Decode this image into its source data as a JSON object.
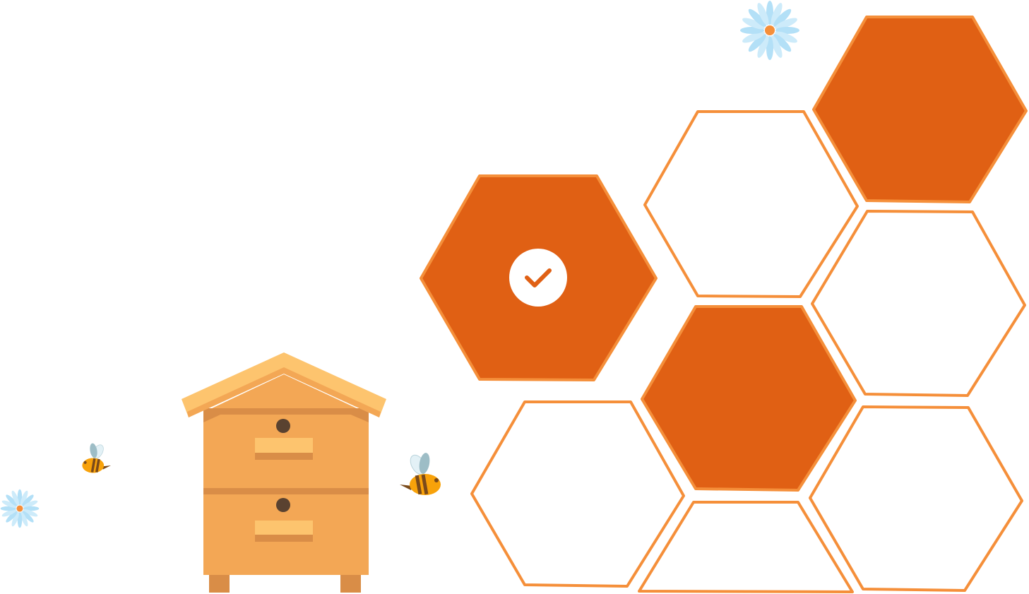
{
  "colors": {
    "hex_fill": "#E06014",
    "hex_stroke": "#F58F3A",
    "hive_body": "#F3A755",
    "hive_dark": "#D98D47",
    "hive_light": "#FDC46E",
    "hive_hole": "#5A4230",
    "flower_petal": "#B3E0F7",
    "flower_center": "#F58F3A"
  },
  "icons": [
    "check-circle-icon",
    "beehive-illustration",
    "bee-icon",
    "flower-icon"
  ],
  "honeycomb": {
    "total_cells": 8,
    "filled_cells": 3,
    "checked_cells": 1
  }
}
